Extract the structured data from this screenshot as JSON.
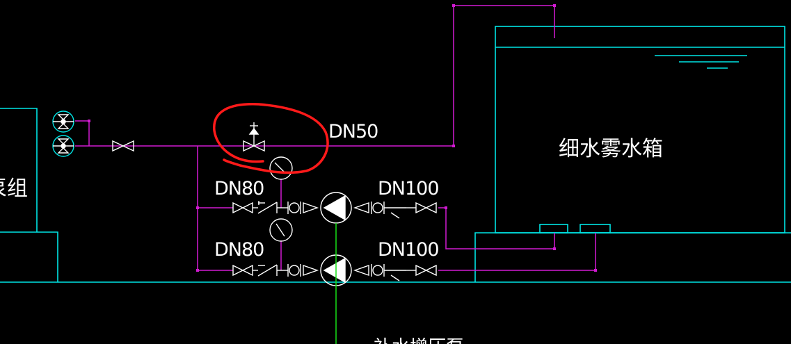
{
  "labels": {
    "dn50": "DN50",
    "dn80_top": "DN80",
    "dn100_top": "DN100",
    "dn80_bottom": "DN80",
    "dn100_bottom": "DN100",
    "tank": "细水雾水箱",
    "left_fragment": "泵组",
    "bottom_fragment": "补水增压泵"
  },
  "colors": {
    "background": "#000000",
    "cyan": "#00e5e5",
    "magenta": "#d21ad2",
    "white": "#ffffff",
    "green": "#18e018",
    "annotation_red": "#ff1a1a"
  }
}
